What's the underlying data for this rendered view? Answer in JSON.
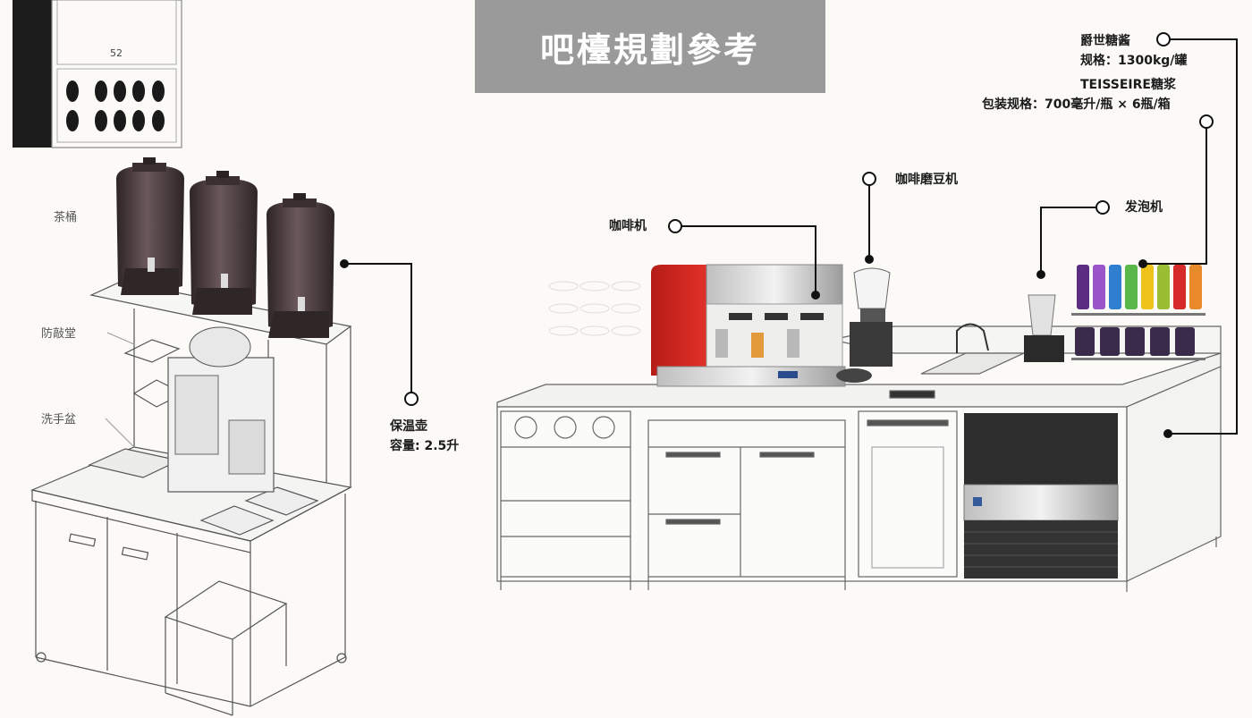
{
  "title": "吧檯規劃參考",
  "panel": {
    "number": "52"
  },
  "left_station": {
    "tea_bucket_label": "茶桶",
    "anti_fall_label": "防敲堂",
    "handwash_label": "洗手盆",
    "flask": {
      "name": "保温壶",
      "capacity": "容量: 2.5升"
    }
  },
  "right_station": {
    "coffee_machine": "咖啡机",
    "grinder": "咖啡磨豆机",
    "frother": "发泡机",
    "sauce": {
      "name": "爵世糖酱",
      "spec": "规格：1300kg/罐"
    },
    "syrup": {
      "name": "TEISSEIRE糖浆",
      "spec": "包装规格：700毫升/瓶 × 6瓶/箱"
    }
  },
  "colors": {
    "banner": "#9a9a9a",
    "espresso_red": "#d6261e",
    "urn": "#4a3b3d",
    "ice_maker": "#2d2d2d"
  }
}
